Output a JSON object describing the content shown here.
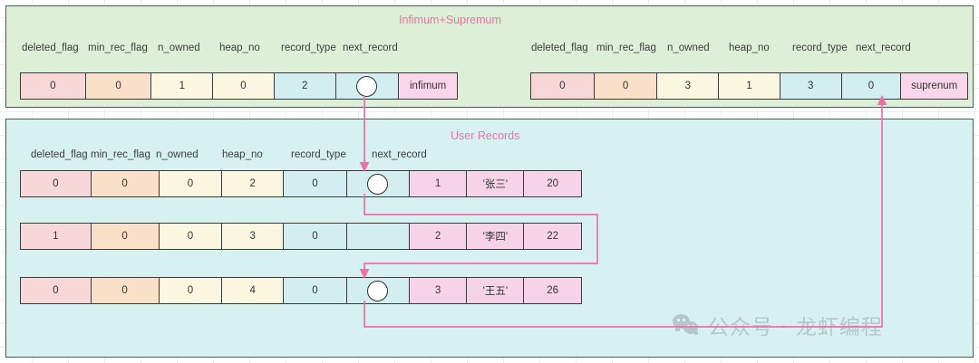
{
  "accent_color": "#f06fa8",
  "panels": {
    "infimum_supremum": {
      "title": "Infimum+Supremum",
      "background": "#deefd7",
      "column_headers": [
        "deleted_flag",
        "min_rec_flag",
        "n_owned",
        "heap_no",
        "record_type",
        "next_record"
      ],
      "records": [
        {
          "name": "infimum-record",
          "deleted_flag": "0",
          "min_rec_flag": "0",
          "n_owned": "1",
          "heap_no": "0",
          "record_type": "2",
          "next_record": "",
          "next_record_is_pointer": true,
          "label": "infimum"
        },
        {
          "name": "supremum-record",
          "deleted_flag": "0",
          "min_rec_flag": "0",
          "n_owned": "3",
          "heap_no": "1",
          "record_type": "3",
          "next_record": "0",
          "next_record_is_pointer": false,
          "label": "suprenum"
        }
      ]
    },
    "user_records": {
      "title": "User Records",
      "background": "#d6f1f0",
      "column_headers": [
        "deleted_flag",
        "min_rec_flag",
        "n_owned",
        "heap_no",
        "record_type",
        "next_record"
      ],
      "records": [
        {
          "name": "user-record-1",
          "deleted_flag": "0",
          "min_rec_flag": "0",
          "n_owned": "0",
          "heap_no": "2",
          "record_type": "0",
          "next_record": "",
          "next_record_is_pointer": true,
          "id": "1",
          "name_value": "'张三'",
          "age": "20"
        },
        {
          "name": "user-record-2",
          "deleted_flag": "1",
          "min_rec_flag": "0",
          "n_owned": "0",
          "heap_no": "3",
          "record_type": "0",
          "next_record": "",
          "next_record_is_pointer": false,
          "id": "2",
          "name_value": "'李四'",
          "age": "22"
        },
        {
          "name": "user-record-3",
          "deleted_flag": "0",
          "min_rec_flag": "0",
          "n_owned": "0",
          "heap_no": "4",
          "record_type": "0",
          "next_record": "",
          "next_record_is_pointer": true,
          "id": "3",
          "name_value": "'王五'",
          "age": "26"
        }
      ]
    }
  },
  "watermark": {
    "icon": "wechat-icon",
    "text": "公众号 · 龙虾编程"
  }
}
